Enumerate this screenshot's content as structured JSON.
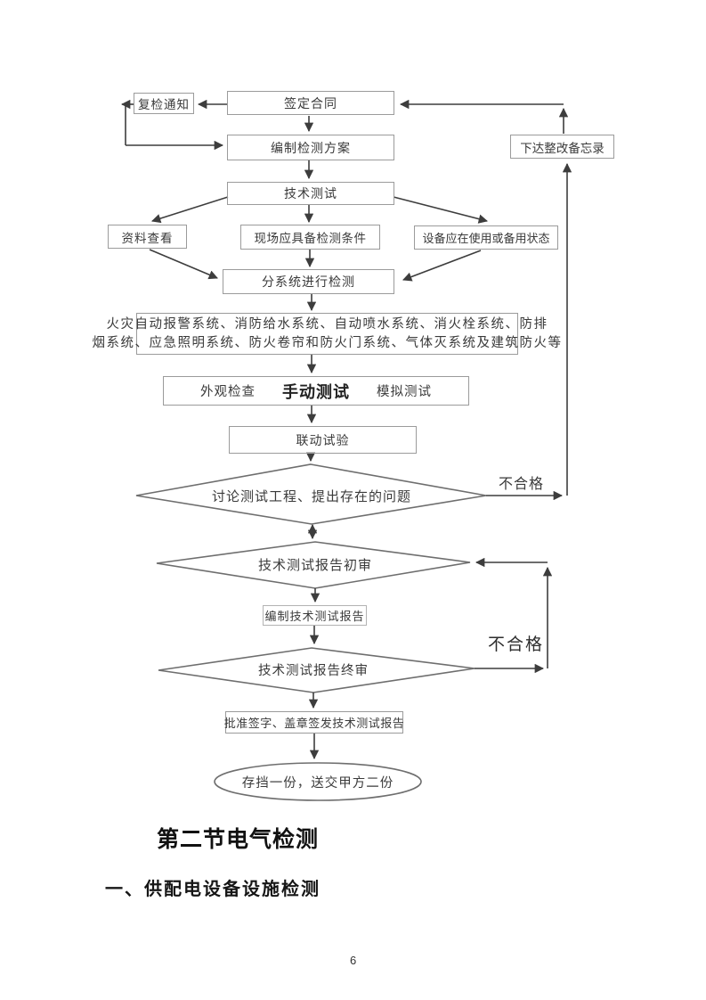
{
  "flowchart": {
    "nodes": {
      "recheck_notice": "复检通知",
      "sign_contract": "签定合同",
      "prepare_plan": "编制检测方案",
      "issue_memo": "下达整改备忘录",
      "tech_test": "技术测试",
      "data_review": "资料查看",
      "site_conditions": "现场应具备检测条件",
      "equipment_status": "设备应在使用或备用状态",
      "subsystem_test": "分系统进行检测",
      "systems_line1": "火灾自动报警系统、消防给水系统、自动喷水系统、消火栓系统、防排",
      "systems_line2": "烟系统、应急照明系统、防火卷帘和防火门系统、气体灭系统及建筑防火等",
      "visual_check": "外观检查",
      "manual_test": "手动测试",
      "simulation_test": "模拟测试",
      "linkage_test": "联动试验",
      "discuss_issues": "讨论测试工程、提出存在的问题",
      "report_first_review": "技术测试报告初审",
      "prepare_report": "编制技术测试报告",
      "report_final_review": "技术测试报告终审",
      "approve_sign": "批准签字、盖章签发技术测试报告",
      "archive": "存挡一份，送交甲方二份"
    },
    "labels": {
      "fail_top": "不合格",
      "fail_bottom": "不合格"
    }
  },
  "headings": {
    "section_title": "第二节电气检测",
    "subsection_title": "一、供配电设备设施检测"
  },
  "footer": {
    "page_number": "6"
  },
  "colors": {
    "line": "#3d3d3d",
    "box_border": "#9b9b9b",
    "text": "#3a3a3a",
    "background": "#ffffff"
  }
}
